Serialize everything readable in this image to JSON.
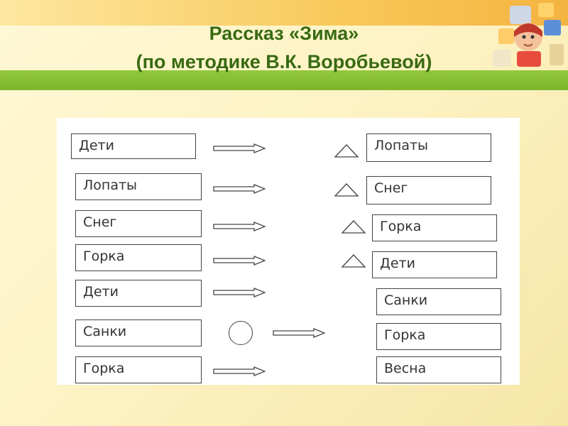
{
  "title": {
    "line1": "Рассказ «Зима»",
    "line2": "(по методике В.К. Воробьевой)"
  },
  "left_column": [
    "Дети",
    "Лопаты",
    "Снег",
    "Горка",
    "Дети",
    "Санки",
    "Горка"
  ],
  "right_column": [
    "Лопаты",
    "Снег",
    "Горка",
    "Дети",
    "Санки",
    "Горка",
    "Весна"
  ],
  "symbols": {
    "arrow": "arrow-icon",
    "triangle": "triangle-icon",
    "circle": "circle-icon"
  },
  "colors": {
    "title": "#386a12",
    "band_green": "#7cb52c",
    "band_orange": "#f4b340"
  }
}
